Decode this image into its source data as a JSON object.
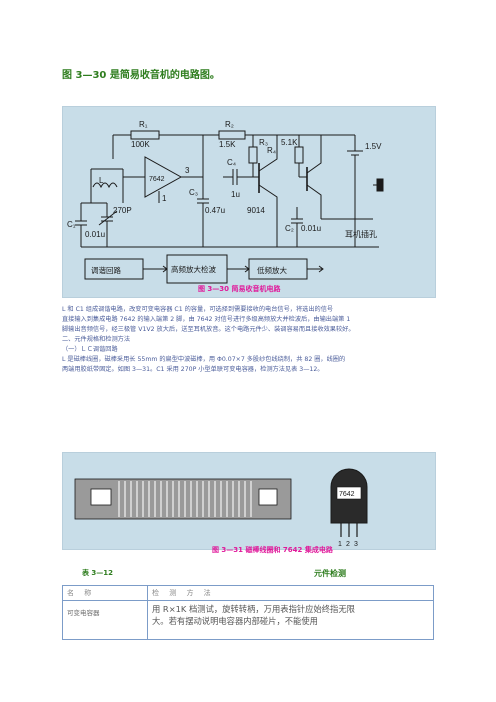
{
  "heading": "图 3—30 是简易收音机的电路图。",
  "circuit": {
    "labels": {
      "r1": "R₁",
      "r1_val": "100K",
      "r2": "R₂",
      "r2_val": "1.5K",
      "r3": "R₃",
      "r3_val": "5.1K",
      "r4": "R₄",
      "c4": "C₄",
      "c4_val": "1u",
      "ic": "7642",
      "pin3": "3",
      "pin1": "1",
      "c3": "C₃",
      "c3_val": "0.47u",
      "transistor": "9014",
      "c2": "C₂",
      "c2_val": "0.01u",
      "c1": "C₁",
      "c1_val": "0.01u",
      "l": "L",
      "cap270": "270P",
      "vcc": "1.5V",
      "earphone": "耳机插孔"
    },
    "blocks": [
      "调谐回路",
      "高频放大检波",
      "低频放大"
    ]
  },
  "caption1": "图 3—30    简易收音机电路",
  "paragraphs": [
    "L 和 C1 组成调谐电路，改变可变电容器 C1 的容量，可选择到需要接收的电台信号，将选出的信号",
    "直接输入到集成电路 7642 的输入端第 2 脚，由 7642 对信号进行多级高频放大并检波后，由输出端第 1",
    "脚输出音频信号，经三极管 V1V2 放大后，送至耳机放音。这个电路元件少、装调容易而且接收效果较好。",
    "二、元件规格和检测方法",
    "（一）ＬＣ调谐回路",
    "L 是磁棒线圈，磁棒采用长 55mm 的扁型中波磁棒，用 Φ0.07×7 多股纱包线绕制，共 82 圈，线圈的",
    "两端用胶纸带固定。如图 3—31。C1 采用 270P 小型单联可变电容器，检测方法见表 3—12。"
  ],
  "photo": {
    "ic_label": "7642",
    "pins": [
      "1",
      "2",
      "3"
    ]
  },
  "caption2": "图 3—31    磁棒线圈和 7642 集成电路",
  "table_number": "表 3—12",
  "table_title": "元件检测",
  "table": {
    "header_name": "名 称",
    "header_method": "检 测 方 法",
    "row_name": "可变电容器",
    "row_desc_1": "用 R×1K 档测试，旋转转柄，万用表指针应始终指无限",
    "row_desc_2": "大。若有摆动说明电容器内部碰片，不能使用"
  }
}
